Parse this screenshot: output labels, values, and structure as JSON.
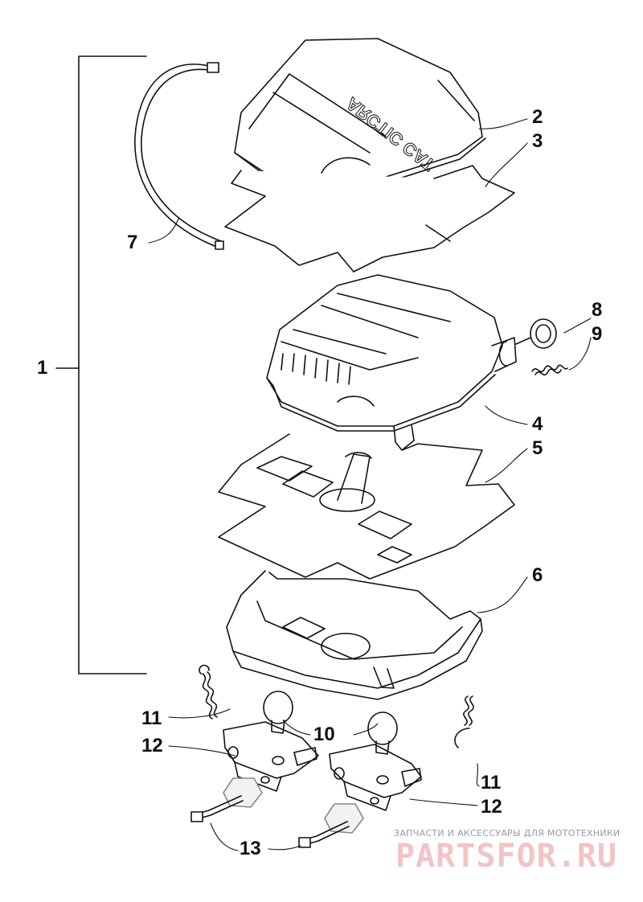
{
  "callouts": {
    "c1": "1",
    "c2": "2",
    "c3": "3",
    "c4": "4",
    "c5": "5",
    "c6": "6",
    "c7": "7",
    "c8": "8",
    "c9": "9",
    "c10": "10",
    "c11a": "11",
    "c11b": "11",
    "c12a": "12",
    "c12b": "12",
    "c13": "13"
  },
  "cover_logo": "ARCTIC CAT",
  "watermark": {
    "subtitle": "ЗАПЧАСТИ И АКСЕССУАРЫ ДЛЯ МОТОТЕХНИКИ",
    "brand": "PARTSFOR.RU"
  },
  "colors": {
    "line": "#111111",
    "fill": "#ffffff",
    "shade": "#dcdcdc",
    "watermark_brand": "#f2c4c4",
    "watermark_text": "#9a9a9a"
  }
}
